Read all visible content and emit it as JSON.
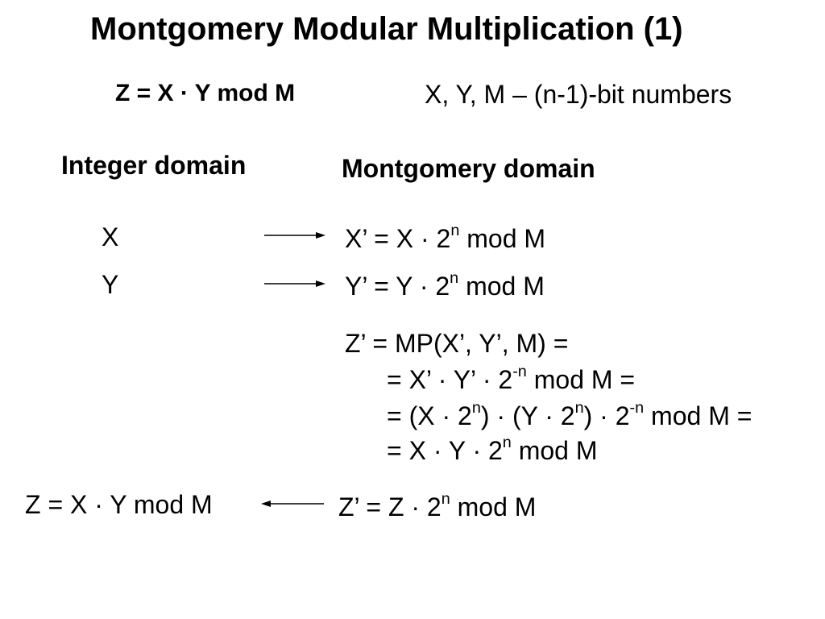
{
  "title": "Montgomery Modular Multiplication (1)",
  "header_eq": {
    "pre": "Z = X",
    "dot": " · ",
    "post": "Y mod M"
  },
  "note": "X, Y, M – (n-1)-bit numbers",
  "domains": {
    "integer": "Integer domain",
    "montgomery": "Montgomery domain"
  },
  "integer_vars": {
    "x": "X",
    "y": "Y"
  },
  "conv_x": {
    "pre": "X’ = X · 2",
    "exp": "n",
    "post": " mod M"
  },
  "conv_y": {
    "pre": "Y’ = Y · 2",
    "exp": "n",
    "post": " mod M"
  },
  "mp": {
    "line1": "Z’ = MP(X’, Y’, M) =",
    "line2": {
      "pre": "= X’ · Y’ · 2",
      "exp": "-n",
      "post": " mod M ="
    },
    "line3": {
      "a": "= (X · 2",
      "e1": "n",
      "b": ") · (Y · 2",
      "e2": "n",
      "c": ") · 2",
      "e3": "-n",
      "d": " mod M ="
    },
    "line4": {
      "pre": "= X · Y · 2",
      "exp": "n",
      "post": " mod M"
    }
  },
  "result_left": "Z = X · Y mod M",
  "result_right": {
    "pre": "Z’  = Z · 2",
    "exp": "n",
    "post": " mod M"
  }
}
